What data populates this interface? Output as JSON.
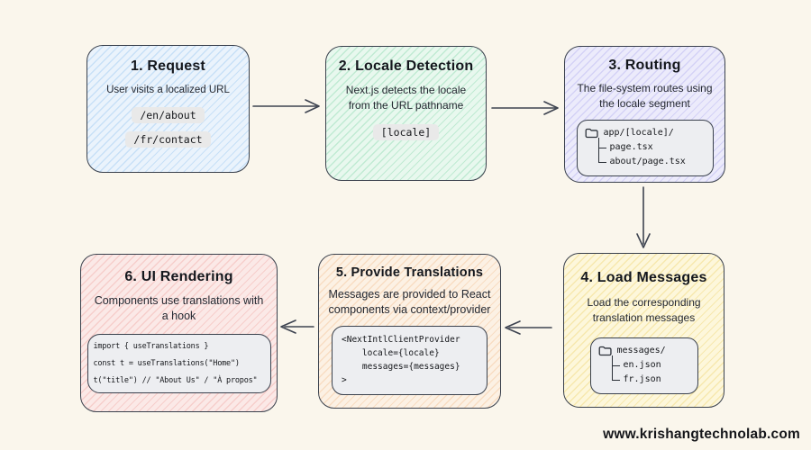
{
  "canvas": {
    "background": "#FAF6EC",
    "arrow_color": "#3d4350"
  },
  "watermark": "www.krishangtechnolab.com",
  "steps": [
    {
      "title": "1. Request",
      "description": "User visits a localized URL",
      "chips": [
        "/en/about",
        "/fr/contact"
      ],
      "fill": "#EAF3FC",
      "hatch": "rgba(120,180,235,0.30)"
    },
    {
      "title": "2. Locale Detection",
      "description": "Next.js detects the locale from the URL pathname",
      "chips": [
        "[locale]"
      ],
      "fill": "#E8F8EE",
      "hatch": "rgba(90,200,140,0.28)"
    },
    {
      "title": "3. Routing",
      "description": "The file-system routes using the locale segment",
      "file_tree": {
        "root": "app/[locale]/",
        "children": [
          "page.tsx",
          "about/page.tsx"
        ]
      },
      "fill": "#ECEBFB",
      "hatch": "rgba(140,135,230,0.25)"
    },
    {
      "title": "4. Load Messages",
      "description": "Load the corresponding translation messages",
      "file_tree": {
        "root": "messages/",
        "children": [
          "en.json",
          "fr.json"
        ]
      },
      "fill": "#FDF7DB",
      "hatch": "rgba(235,205,90,0.35)"
    },
    {
      "title": "5. Provide Translations",
      "description": "Messages are provided to React components via context/provider",
      "code_lines": [
        "<NextIntlClientProvider",
        "    locale={locale}",
        "    messages={messages}",
        ">"
      ],
      "fill": "#FCF1E4",
      "hatch": "rgba(235,160,95,0.25)"
    },
    {
      "title": "6. UI Rendering",
      "description": "Components use translations with a hook",
      "code_lines": [
        "import { useTranslations }",
        "const t = useTranslations(\"Home\")",
        "t(\"title\") // \"About Us\" / \"À propos\""
      ],
      "fill": "#FBE9E7",
      "hatch": "rgba(230,110,105,0.22)"
    }
  ]
}
